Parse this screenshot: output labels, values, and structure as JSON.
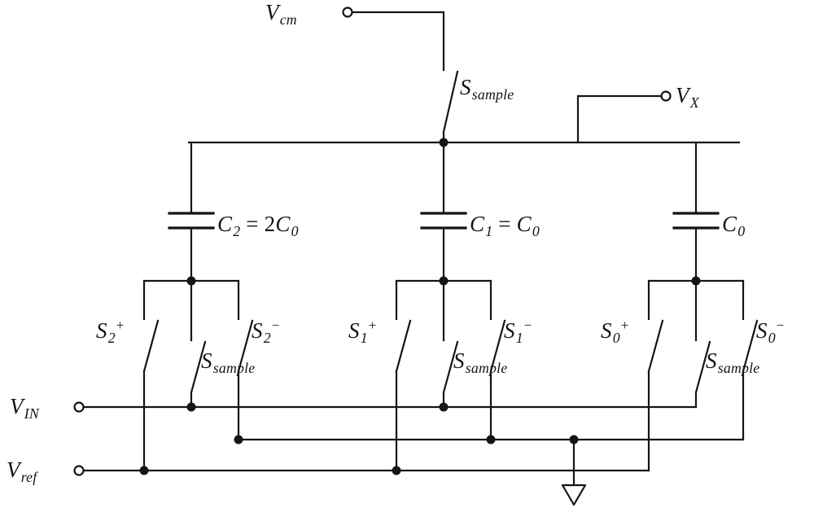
{
  "colors": {
    "wire": "#151515",
    "background": "#ffffff"
  },
  "terminals": {
    "vcm": {
      "p1": "V",
      "s1": "cm"
    },
    "vx": {
      "p1": "V",
      "s1": "X"
    },
    "vin": {
      "p1": "V",
      "s1": "IN"
    },
    "vref": {
      "p1": "V",
      "s1": "ref"
    }
  },
  "switches": {
    "top_sample": {
      "p1": "S",
      "s1": "sample"
    },
    "g2": {
      "plus": {
        "p1": "S",
        "s1": "2",
        "sup": "+"
      },
      "sample": {
        "p1": "S",
        "s1": "sample"
      },
      "minus": {
        "p1": "S",
        "s1": "2",
        "sup": "−"
      }
    },
    "g1": {
      "plus": {
        "p1": "S",
        "s1": "1",
        "sup": "+"
      },
      "sample": {
        "p1": "S",
        "s1": "sample"
      },
      "minus": {
        "p1": "S",
        "s1": "1",
        "sup": "−"
      }
    },
    "g0": {
      "plus": {
        "p1": "S",
        "s1": "0",
        "sup": "+"
      },
      "sample": {
        "p1": "S",
        "s1": "sample"
      },
      "minus": {
        "p1": "S",
        "s1": "0",
        "sup": "−"
      }
    }
  },
  "capacitors": {
    "c2": {
      "p1": "C",
      "s1": "2",
      "mid": " = 2",
      "p2": "C",
      "s2": "0"
    },
    "c1": {
      "p1": "C",
      "s1": "1",
      "mid": " = ",
      "p2": "C",
      "s2": "0"
    },
    "c0": {
      "p1": "C",
      "s1": "0"
    }
  }
}
